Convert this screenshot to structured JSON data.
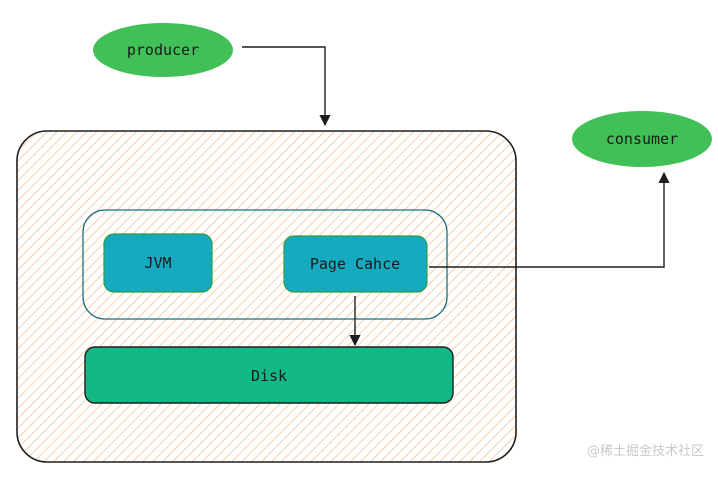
{
  "nodes": {
    "producer": "producer",
    "consumer": "consumer",
    "jvm": "JVM",
    "page_cache": "Page Cahce",
    "disk": "Disk"
  },
  "watermark": "@稀土掘金技术社区",
  "colors": {
    "ellipse_green": "#40c057",
    "box_teal": "#15aabf",
    "disk_green": "#12b886",
    "hatch_orange": "#f4c39a",
    "outline_dark": "#1e1e1e",
    "inner_outline": "#1b6f80"
  }
}
